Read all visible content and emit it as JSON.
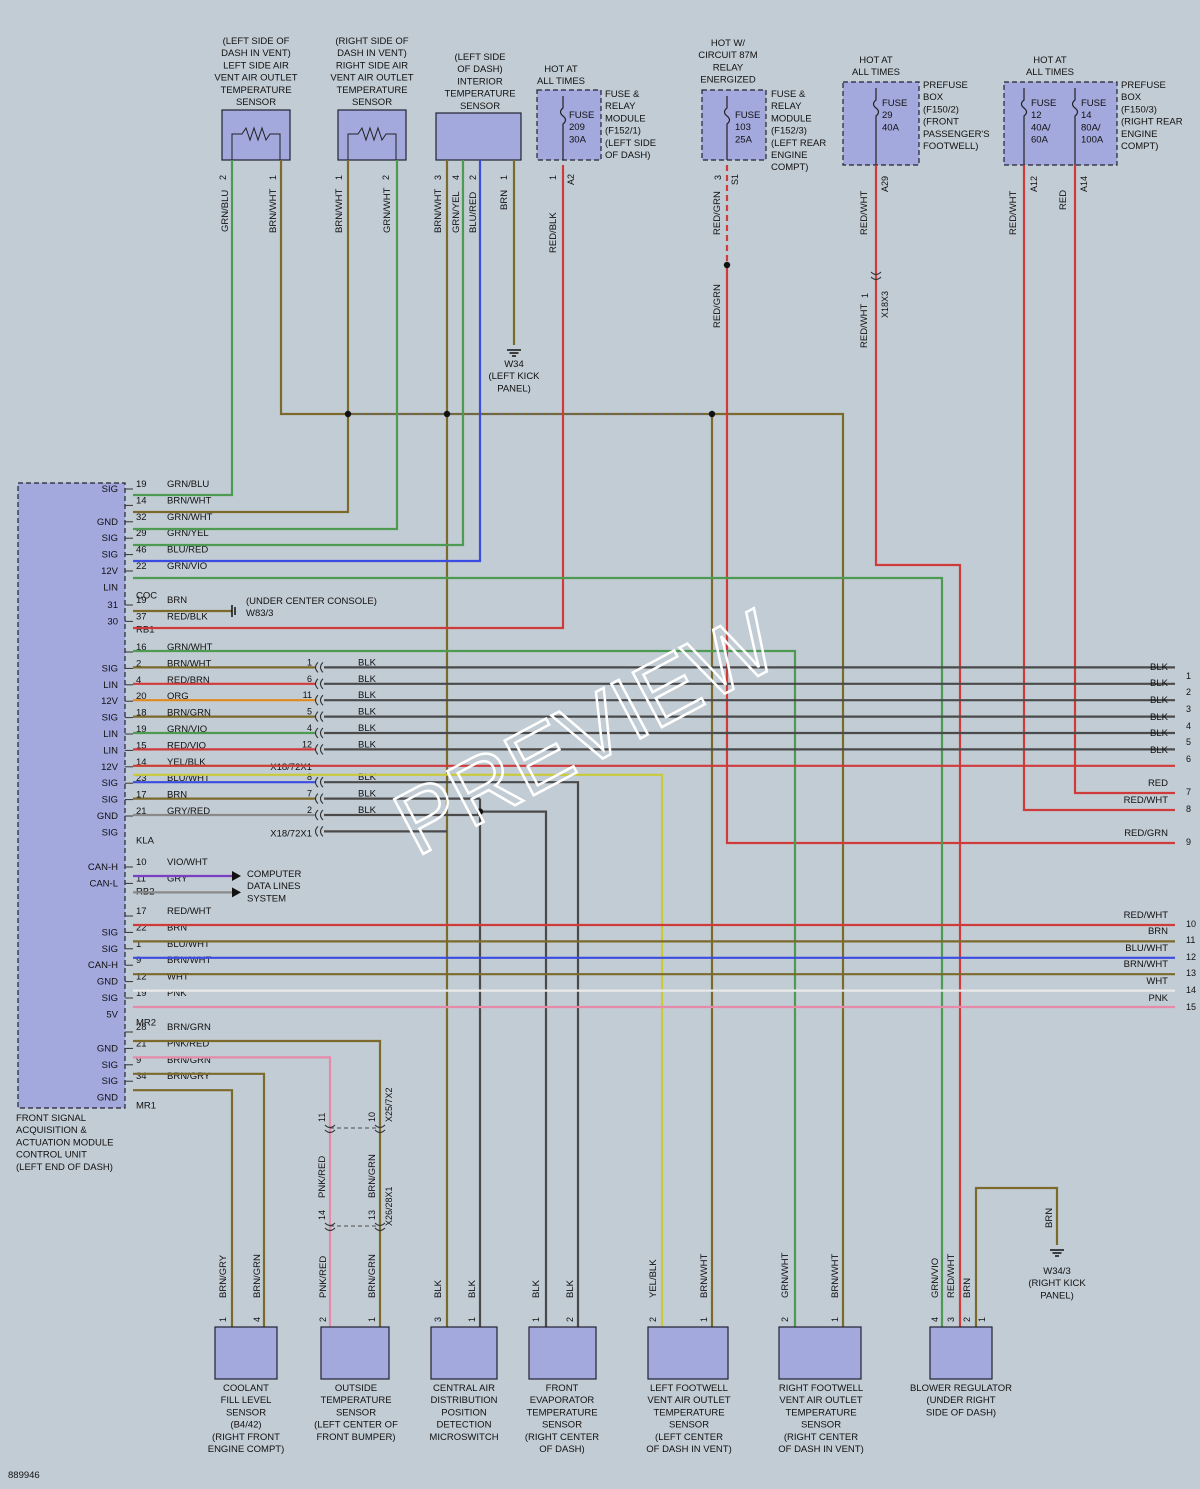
{
  "figure_id": "889946",
  "watermark": "PREVIEW",
  "colors": {
    "background": "#c2ccd4",
    "component_fill": "#a3a8dd",
    "GRN": "#4d9a52",
    "BRN": "#7b6a2c",
    "BLU": "#3a4de0",
    "RED": "#cf3a3a",
    "BLK": "#4a4a4a",
    "VIO": "#7b3fc4",
    "ORG": "#e08a1e",
    "YEL": "#c9c93a",
    "GRY": "#8a8a8a",
    "WHT": "#e9e9e9",
    "PNK": "#e58aa8"
  },
  "top_components": [
    {
      "id": "left-vent-sensor",
      "label": "(LEFT SIDE OF\nDASH IN VENT)\nLEFT SIDE AIR\nVENT AIR OUTLET\nTEMPERATURE\nSENSOR",
      "pins": [
        "2",
        "1"
      ]
    },
    {
      "id": "right-vent-sensor",
      "label": "(RIGHT SIDE OF\nDASH IN VENT)\nRIGHT SIDE AIR\nVENT AIR OUTLET\nTEMPERATURE\nSENSOR",
      "pins": [
        "1",
        "2"
      ]
    },
    {
      "id": "interior-sensor",
      "label": "(LEFT SIDE\nOF DASH)\nINTERIOR\nTEMPERATURE\nSENSOR",
      "pins": [
        "3",
        "4",
        "2",
        "1"
      ]
    },
    {
      "id": "fuse-209",
      "header": "HOT AT\nALL TIMES",
      "fuse": "FUSE\n209\n30A",
      "label": "FUSE &\nRELAY\nMODULE\n(F152/1)\n(LEFT SIDE\nOF DASH)",
      "pin": "1",
      "conn": "A2"
    },
    {
      "id": "fuse-103",
      "header": "HOT W/\nCIRCUIT 87M\nRELAY\nENERGIZED",
      "fuse": "FUSE\n103\n25A",
      "label": "FUSE &\nRELAY\nMODULE\n(F152/3)\n(LEFT REAR\nENGINE\nCOMPT)",
      "pin": "3",
      "conn": "S1"
    },
    {
      "id": "fuse-29",
      "header": "HOT AT\nALL TIMES",
      "fuse": "FUSE\n29\n40A",
      "label": "PREFUSE\nBOX\n(F150/2)\n(FRONT\nPASSENGER'S\nFOOTWELL)",
      "conn": "A29"
    },
    {
      "id": "fuse-12-14",
      "header": "HOT AT\nALL TIMES",
      "fuse1": "FUSE\n12\n40A/\n60A",
      "fuse2": "FUSE\n14\n80A/\n100A",
      "label": "PREFUSE\nBOX\n(F150/3)\n(RIGHT REAR\nENGINE\nCOMPT)",
      "conn1": "A12",
      "conn2": "A14"
    }
  ],
  "vertical_wire_labels": [
    "GRN/BLU",
    "BRN/WHT",
    "BRN/WHT",
    "GRN/WHT",
    "BRN/WHT",
    "GRN/YEL",
    "BLU/RED",
    "BRN",
    "RED/BLK",
    "RED/GRN",
    "RED/GRN",
    "RED/WHT",
    "RED/WHT",
    "RED/WHT",
    "RED"
  ],
  "x18_connector": "X18X3",
  "x18_pin": "1",
  "ground_w34": "W34\n(LEFT KICK\nPANEL)",
  "ground_w83": "(UNDER CENTER CONSOLE)\nW83/3",
  "ground_w343": "W34/3\n(RIGHT KICK\nPANEL)",
  "module_label": "FRONT SIGNAL\nACQUISITION &\nACTUATION MODULE\nCONTROL UNIT\n(LEFT END OF DASH)",
  "module_groups": [
    {
      "name": "COC",
      "rows": [
        {
          "term": "SIG",
          "pin": "19",
          "wire": "GRN/BLU"
        },
        {
          "term": "",
          "pin": "14",
          "wire": "BRN/WHT"
        },
        {
          "term": "GND",
          "pin": "32",
          "wire": "GRN/WHT"
        },
        {
          "term": "SIG",
          "pin": "29",
          "wire": "GRN/YEL"
        },
        {
          "term": "SIG",
          "pin": "46",
          "wire": "BLU/RED"
        },
        {
          "term": "12V",
          "pin": "22",
          "wire": "GRN/VIO"
        },
        {
          "term": "LIN",
          "pin": "",
          "wire": ""
        }
      ]
    },
    {
      "name": "RB1",
      "rows": [
        {
          "term": "31",
          "pin": "19",
          "wire": "BRN"
        },
        {
          "term": "30",
          "pin": "37",
          "wire": "RED/BLK"
        }
      ]
    },
    {
      "name": "KLA",
      "rows": [
        {
          "term": "",
          "pin": "16",
          "wire": "GRN/WHT"
        },
        {
          "term": "SIG",
          "pin": "2",
          "wire": "BRN/WHT"
        },
        {
          "term": "LIN",
          "pin": "4",
          "wire": "RED/BRN"
        },
        {
          "term": "12V",
          "pin": "20",
          "wire": "ORG"
        },
        {
          "term": "SIG",
          "pin": "18",
          "wire": "BRN/GRN"
        },
        {
          "term": "LIN",
          "pin": "19",
          "wire": "GRN/VIO"
        },
        {
          "term": "LIN",
          "pin": "15",
          "wire": "RED/VIO"
        },
        {
          "term": "12V",
          "pin": "14",
          "wire": "YEL/BLK"
        },
        {
          "term": "SIG",
          "pin": "23",
          "wire": "BLU/WHT"
        },
        {
          "term": "SIG",
          "pin": "17",
          "wire": "BRN"
        },
        {
          "term": "GND",
          "pin": "21",
          "wire": "GRY/RED"
        },
        {
          "term": "SIG",
          "pin": "",
          "wire": ""
        }
      ]
    },
    {
      "name": "RB2",
      "rows": [
        {
          "term": "CAN-H",
          "pin": "10",
          "wire": "VIO/WHT"
        },
        {
          "term": "CAN-L",
          "pin": "11",
          "wire": "GRY"
        }
      ]
    },
    {
      "name": "MR2",
      "rows": [
        {
          "term": "",
          "pin": "17",
          "wire": "RED/WHT"
        },
        {
          "term": "SIG",
          "pin": "22",
          "wire": "BRN"
        },
        {
          "term": "SIG",
          "pin": "1",
          "wire": "BLU/WHT"
        },
        {
          "term": "CAN-H",
          "pin": "9",
          "wire": "BRN/WHT"
        },
        {
          "term": "GND",
          "pin": "12",
          "wire": "WHT"
        },
        {
          "term": "SIG",
          "pin": "19",
          "wire": "PNK"
        },
        {
          "term": "5V",
          "pin": "",
          "wire": ""
        }
      ]
    },
    {
      "name": "MR1",
      "rows": [
        {
          "term": "",
          "pin": "28",
          "wire": "BRN/GRN"
        },
        {
          "term": "GND",
          "pin": "21",
          "wire": "PNK/RED"
        },
        {
          "term": "SIG",
          "pin": "9",
          "wire": "BRN/GRN"
        },
        {
          "term": "SIG",
          "pin": "34",
          "wire": "BRN/GRY"
        },
        {
          "term": "GND",
          "pin": "",
          "wire": ""
        }
      ]
    }
  ],
  "computer_data_lines": "COMPUTER\nDATA LINES\nSYSTEM",
  "x18_72_label": "X18/72X1",
  "x18_72_pins": [
    "1",
    "6",
    "11",
    "5",
    "4",
    "12",
    "8",
    "7",
    "2"
  ],
  "blk_labels": [
    "BLK",
    "BLK",
    "BLK",
    "BLK",
    "BLK",
    "BLK",
    "BLK",
    "BLK",
    "BLK"
  ],
  "right_edge": [
    {
      "num": "1",
      "wire": "BLK"
    },
    {
      "num": "2",
      "wire": "BLK"
    },
    {
      "num": "3",
      "wire": "BLK"
    },
    {
      "num": "4",
      "wire": "BLK"
    },
    {
      "num": "5",
      "wire": "BLK"
    },
    {
      "num": "6",
      "wire": "BLK"
    },
    {
      "num": "7",
      "wire": "RED"
    },
    {
      "num": "8",
      "wire": "RED/WHT"
    },
    {
      "num": "9",
      "wire": "RED/GRN"
    },
    {
      "num": "10",
      "wire": "RED/WHT"
    },
    {
      "num": "11",
      "wire": "BRN"
    },
    {
      "num": "12",
      "wire": "BLU/WHT"
    },
    {
      "num": "13",
      "wire": "BRN/WHT"
    },
    {
      "num": "14",
      "wire": "WHT"
    },
    {
      "num": "15",
      "wire": "PNK"
    }
  ],
  "x25_label": "X25/7X2",
  "x25_pins": [
    "11",
    "10"
  ],
  "x26_label": "X26/28X1",
  "x26_pins": [
    "14",
    "13"
  ],
  "mid_wire_labels": [
    "PNK/RED",
    "BRN/GRN"
  ],
  "bottom_components": [
    {
      "id": "coolant-sensor",
      "label": "COOLANT\nFILL LEVEL\nSENSOR\n(B4/42)\n(RIGHT FRONT\nENGINE COMPT)",
      "pins": [
        "1",
        "4"
      ],
      "wires": [
        "BRN/GRY",
        "BRN/GRN"
      ]
    },
    {
      "id": "outside-temp-sensor",
      "label": "OUTSIDE\nTEMPERATURE\nSENSOR\n(LEFT CENTER OF\nFRONT BUMPER)",
      "pins": [
        "2",
        "1"
      ],
      "wires": [
        "PNK/RED",
        "BRN/GRN"
      ]
    },
    {
      "id": "central-air-switch",
      "label": "CENTRAL AIR\nDISTRIBUTION\nPOSITION\nDETECTION\nMICROSWITCH",
      "pins": [
        "3",
        "1"
      ],
      "wires": [
        "BLK",
        "BLK"
      ]
    },
    {
      "id": "front-evap-sensor",
      "label": "FRONT\nEVAPORATOR\nTEMPERATURE\nSENSOR\n(RIGHT CENTER\nOF DASH)",
      "pins": [
        "1",
        "2"
      ],
      "wires": [
        "BLK",
        "BLK"
      ]
    },
    {
      "id": "left-footwell-sensor",
      "label": "LEFT FOOTWELL\nVENT AIR OUTLET\nTEMPERATURE\nSENSOR\n(LEFT CENTER\nOF DASH IN VENT)",
      "pins": [
        "2",
        "1"
      ],
      "wires": [
        "YEL/BLK",
        "BRN/WHT"
      ]
    },
    {
      "id": "right-footwell-sensor",
      "label": "RIGHT FOOTWELL\nVENT AIR OUTLET\nTEMPERATURE\nSENSOR\n(RIGHT CENTER\nOF DASH IN VENT)",
      "pins": [
        "2",
        "1"
      ],
      "wires": [
        "GRN/WHT",
        "BRN/WHT"
      ]
    },
    {
      "id": "blower-regulator",
      "label": "BLOWER REGULATOR\n(UNDER RIGHT\nSIDE OF DASH)",
      "pins": [
        "4",
        "3",
        "2",
        "1"
      ],
      "wires": [
        "GRN/VIO",
        "RED/WHT",
        "BRN",
        "BRN"
      ]
    }
  ]
}
